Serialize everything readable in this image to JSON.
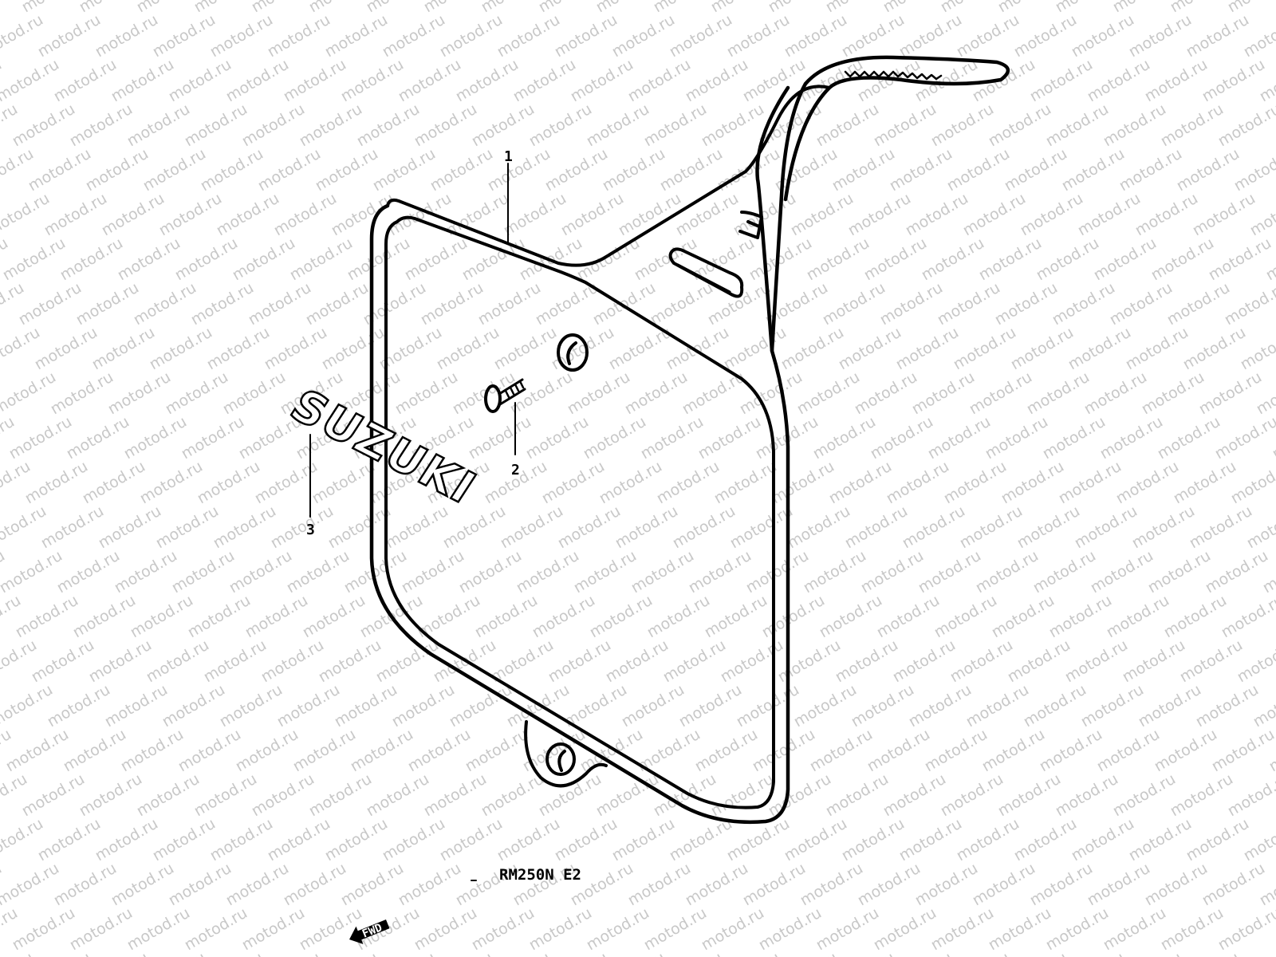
{
  "watermark": "motod.ru",
  "callouts": [
    "1",
    "2",
    "3"
  ],
  "logo_text": "SUZUKI",
  "model_code": "RM250N E2",
  "direction_label": "FWD"
}
